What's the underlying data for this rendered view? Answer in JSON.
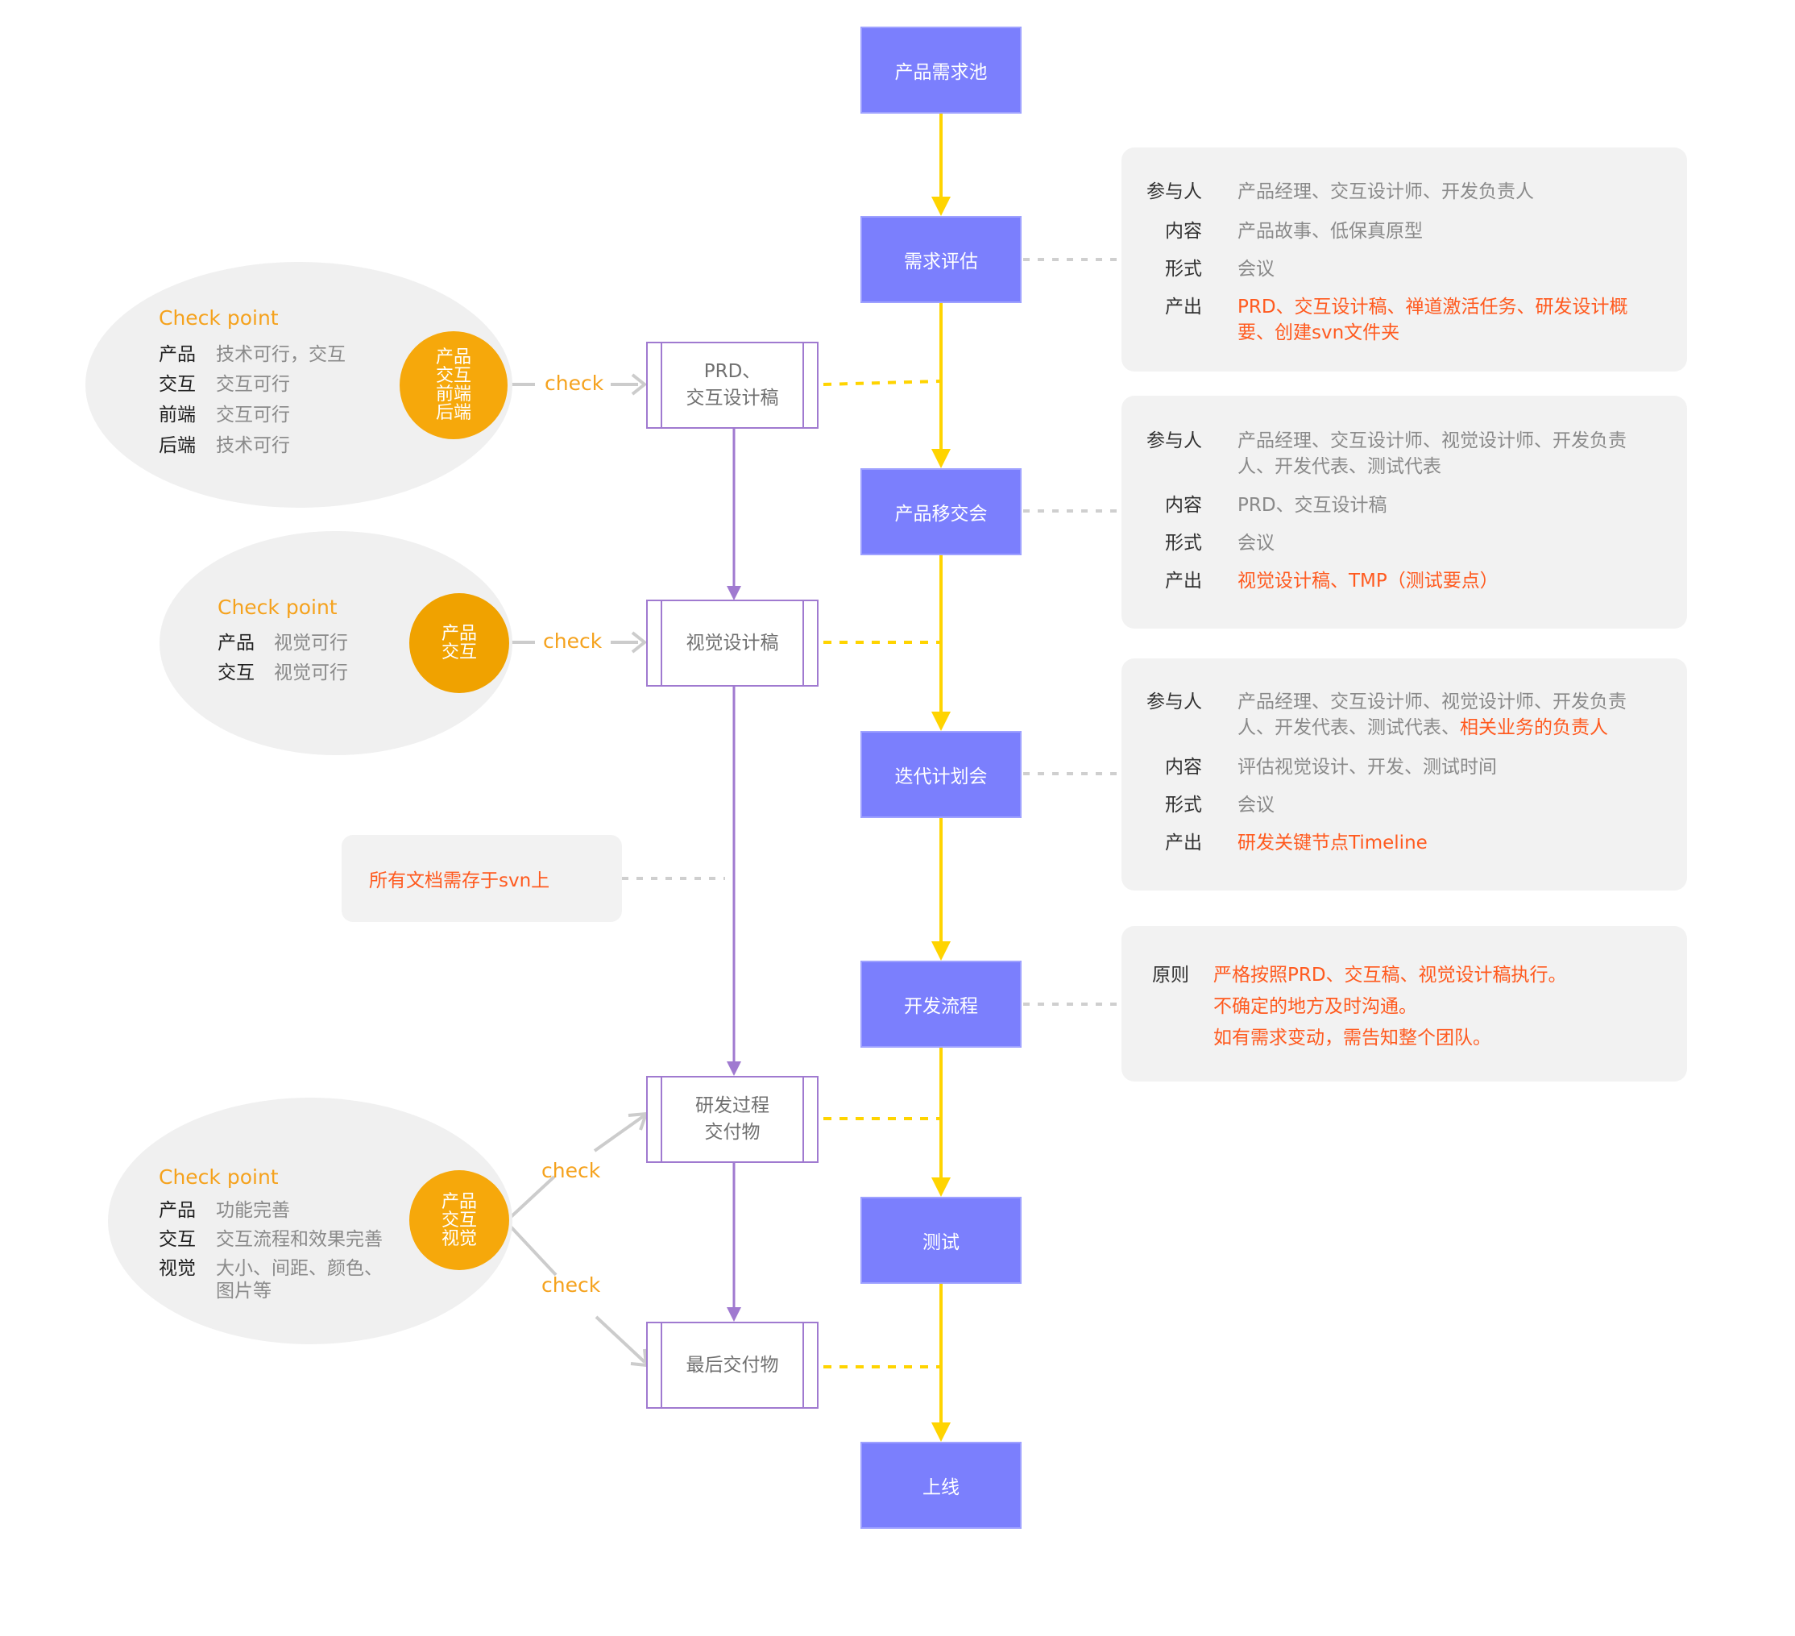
{
  "main_flow": [
    {
      "id": "pool",
      "label": "产品需求池"
    },
    {
      "id": "eval",
      "label": "需求评估"
    },
    {
      "id": "handover",
      "label": "产品移交会"
    },
    {
      "id": "plan",
      "label": "迭代计划会"
    },
    {
      "id": "dev",
      "label": "开发流程"
    },
    {
      "id": "test",
      "label": "测试"
    },
    {
      "id": "launch",
      "label": "上线"
    }
  ],
  "deliverables": [
    {
      "id": "prd",
      "label": "PRD、\n交互设计稿"
    },
    {
      "id": "visual",
      "label": "视觉设计稿"
    },
    {
      "id": "process",
      "label": "研发过程\n交付物"
    },
    {
      "id": "final",
      "label": "最后交付物"
    }
  ],
  "info_panels": {
    "eval": {
      "participants_label": "参与人",
      "participants": "产品经理、交互设计师、开发负责人",
      "content_label": "内容",
      "content": "产品故事、低保真原型",
      "form_label": "形式",
      "form": "会议",
      "output_label": "产出",
      "output": "PRD、交互设计稿、禅道激活任务、研发设计概要、创建svn文件夹"
    },
    "handover": {
      "participants_label": "参与人",
      "participants": "产品经理、交互设计师、视觉设计师、开发负责人、开发代表、测试代表",
      "content_label": "内容",
      "content": "PRD、交互设计稿",
      "form_label": "形式",
      "form": "会议",
      "output_label": "产出",
      "output": "视觉设计稿、TMP（测试要点）"
    },
    "plan": {
      "participants_label": "参与人",
      "participants": "产品经理、交互设计师、视觉设计师、开发负责人、开发代表、测试代表、",
      "participants_highlight": "相关业务的负责人",
      "content_label": "内容",
      "content": "评估视觉设计、开发、测试时间",
      "form_label": "形式",
      "form": "会议",
      "output_label": "产出",
      "output": "研发关键节点Timeline"
    },
    "dev": {
      "principle_label": "原则",
      "principles": [
        "严格按照PRD、交互稿、视觉设计稿执行。",
        "不确定的地方及时沟通。",
        "如有需求变动，需告知整个团队。"
      ]
    }
  },
  "checkpoints": {
    "cp1": {
      "title": "Check point",
      "circle": "产品\n交互\n前端\n后端",
      "check": "check",
      "rows": [
        {
          "role": "产品",
          "value": "技术可行，交互"
        },
        {
          "role": "交互",
          "value": "交互可行"
        },
        {
          "role": "前端",
          "value": "交互可行"
        },
        {
          "role": "后端",
          "value": "技术可行"
        }
      ]
    },
    "cp2": {
      "title": "Check point",
      "circle": "产品\n交互",
      "check": "check",
      "rows": [
        {
          "role": "产品",
          "value": "视觉可行"
        },
        {
          "role": "交互",
          "value": "视觉可行"
        }
      ]
    },
    "cp3": {
      "title": "Check point",
      "circle": "产品\n交互\n视觉",
      "check_top": "check",
      "check_bottom": "check",
      "rows": [
        {
          "role": "产品",
          "value": "功能完善"
        },
        {
          "role": "交互",
          "value": "交互流程和效果完善"
        },
        {
          "role": "视觉",
          "value": "大小、间距、颜色、图片等"
        }
      ]
    }
  },
  "note": {
    "text": "所有文档需存于svn上"
  },
  "colors": {
    "main_node": "#7b7ffd",
    "doc_border": "#a07ad0",
    "yellow_arrow": "#ffd400",
    "orange_circle": "#f6a80b",
    "highlight": "#ff5a1f",
    "panel_bg": "#f2f2f2"
  }
}
